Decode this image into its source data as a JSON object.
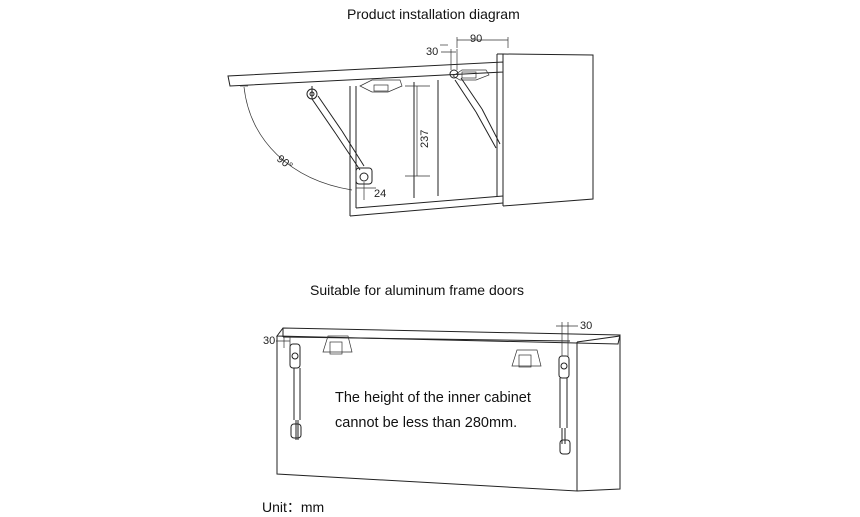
{
  "diagram_top": {
    "title": "Product installation diagram",
    "dims": {
      "d30": "30",
      "d90": "90",
      "d237": "237",
      "d24": "24",
      "angle": "90°"
    }
  },
  "diagram_bottom": {
    "title": "Suitable for aluminum frame doors",
    "dims": {
      "left30": "30",
      "right30": "30"
    },
    "note_line1": "The height of the inner cabinet",
    "note_line2": "cannot be less than 280mm."
  },
  "unit": "Unit：mm",
  "colors": {
    "line": "#222222",
    "background": "#ffffff"
  },
  "icons": [
    "hinge-icon",
    "gas-strut-icon"
  ]
}
